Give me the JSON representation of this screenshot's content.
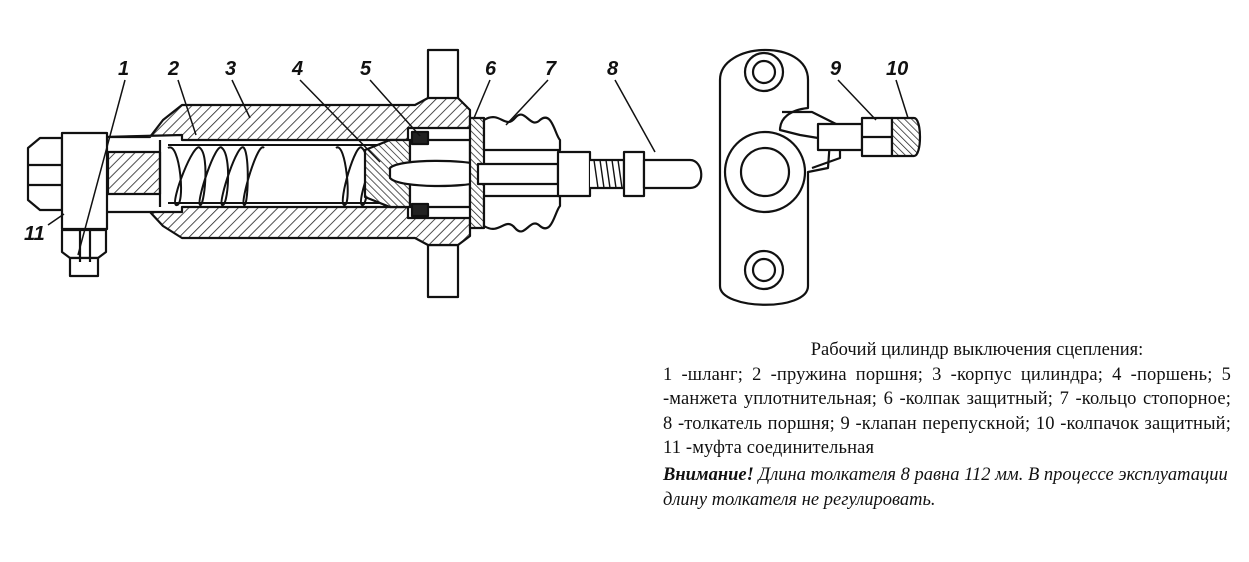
{
  "labels": [
    "1",
    "2",
    "3",
    "4",
    "5",
    "6",
    "7",
    "8",
    "9",
    "10",
    "11"
  ],
  "caption": {
    "title": "Рабочий цилиндр выключения сцепления:",
    "legend": "1 -шланг; 2 -пружина поршня; 3 -корпус цилиндра; 4 -поршень; 5 -манжета уплотнительная; 6 -колпак защитный; 7 -кольцо стопорное; 8 -толкатель поршня; 9 -клапан перепускной; 10 -колпачок защитный; 11 -муфта соединительная",
    "note_bold": "Внимание!",
    "note_text": " Длина толкателя 8 равна 112 мм. В процессе эксплуатации длину толкателя не регулировать."
  }
}
